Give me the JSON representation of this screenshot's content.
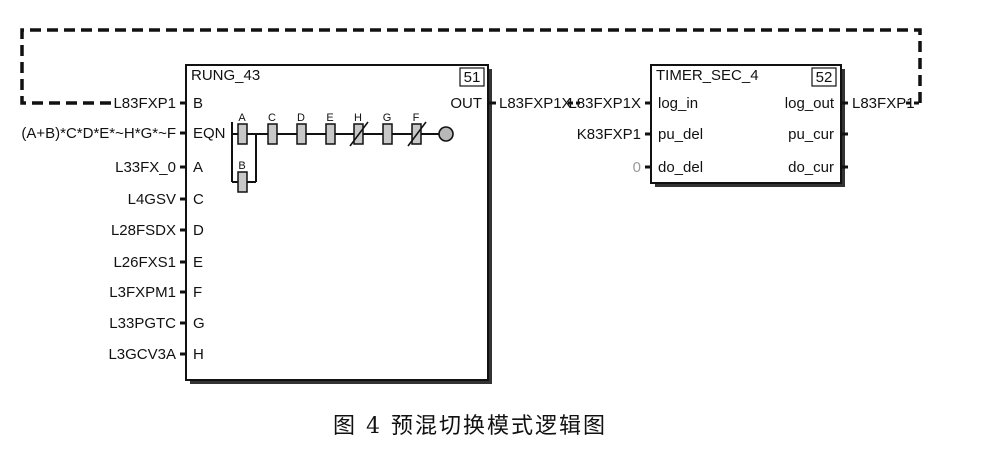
{
  "rung_block": {
    "title": "RUNG_43",
    "number": "51",
    "inputs": [
      {
        "port": "B",
        "signal": "L83FXP1"
      },
      {
        "port": "EQN",
        "signal": "(A+B)*C*D*E*~H*G*~F"
      },
      {
        "port": "A",
        "signal": "L33FX_0"
      },
      {
        "port": "C",
        "signal": "L4GSV"
      },
      {
        "port": "D",
        "signal": "L28FSDX"
      },
      {
        "port": "E",
        "signal": "L26FXS1"
      },
      {
        "port": "F",
        "signal": "L3FXPM1"
      },
      {
        "port": "G",
        "signal": "L33PGTC"
      },
      {
        "port": "H",
        "signal": "L3GCV3A"
      }
    ],
    "output": {
      "port": "OUT",
      "signal": "L83FXP1X"
    },
    "ladder": {
      "contacts": [
        "A",
        "C",
        "D",
        "E",
        "H",
        "G",
        "F"
      ],
      "branch_contact": "B"
    }
  },
  "timer_block": {
    "title": "TIMER_SEC_4",
    "number": "52",
    "inputs": [
      {
        "port": "log_in",
        "signal": "L83FXP1X"
      },
      {
        "port": "pu_del",
        "signal": "K83FXP1"
      },
      {
        "port": "do_del",
        "signal": "0"
      }
    ],
    "outputs": [
      {
        "port": "log_out",
        "signal": "L83FXP1"
      },
      {
        "port": "pu_cur",
        "signal": ""
      },
      {
        "port": "do_cur",
        "signal": ""
      }
    ]
  },
  "caption": "图 4   预混切换模式逻辑图",
  "colors": {
    "line": "#111111",
    "contact_fill": "#c8c8c8",
    "coil_fill": "#b8b8b8",
    "block_fill": "#ffffff",
    "const_text": "#9a9a9a"
  }
}
